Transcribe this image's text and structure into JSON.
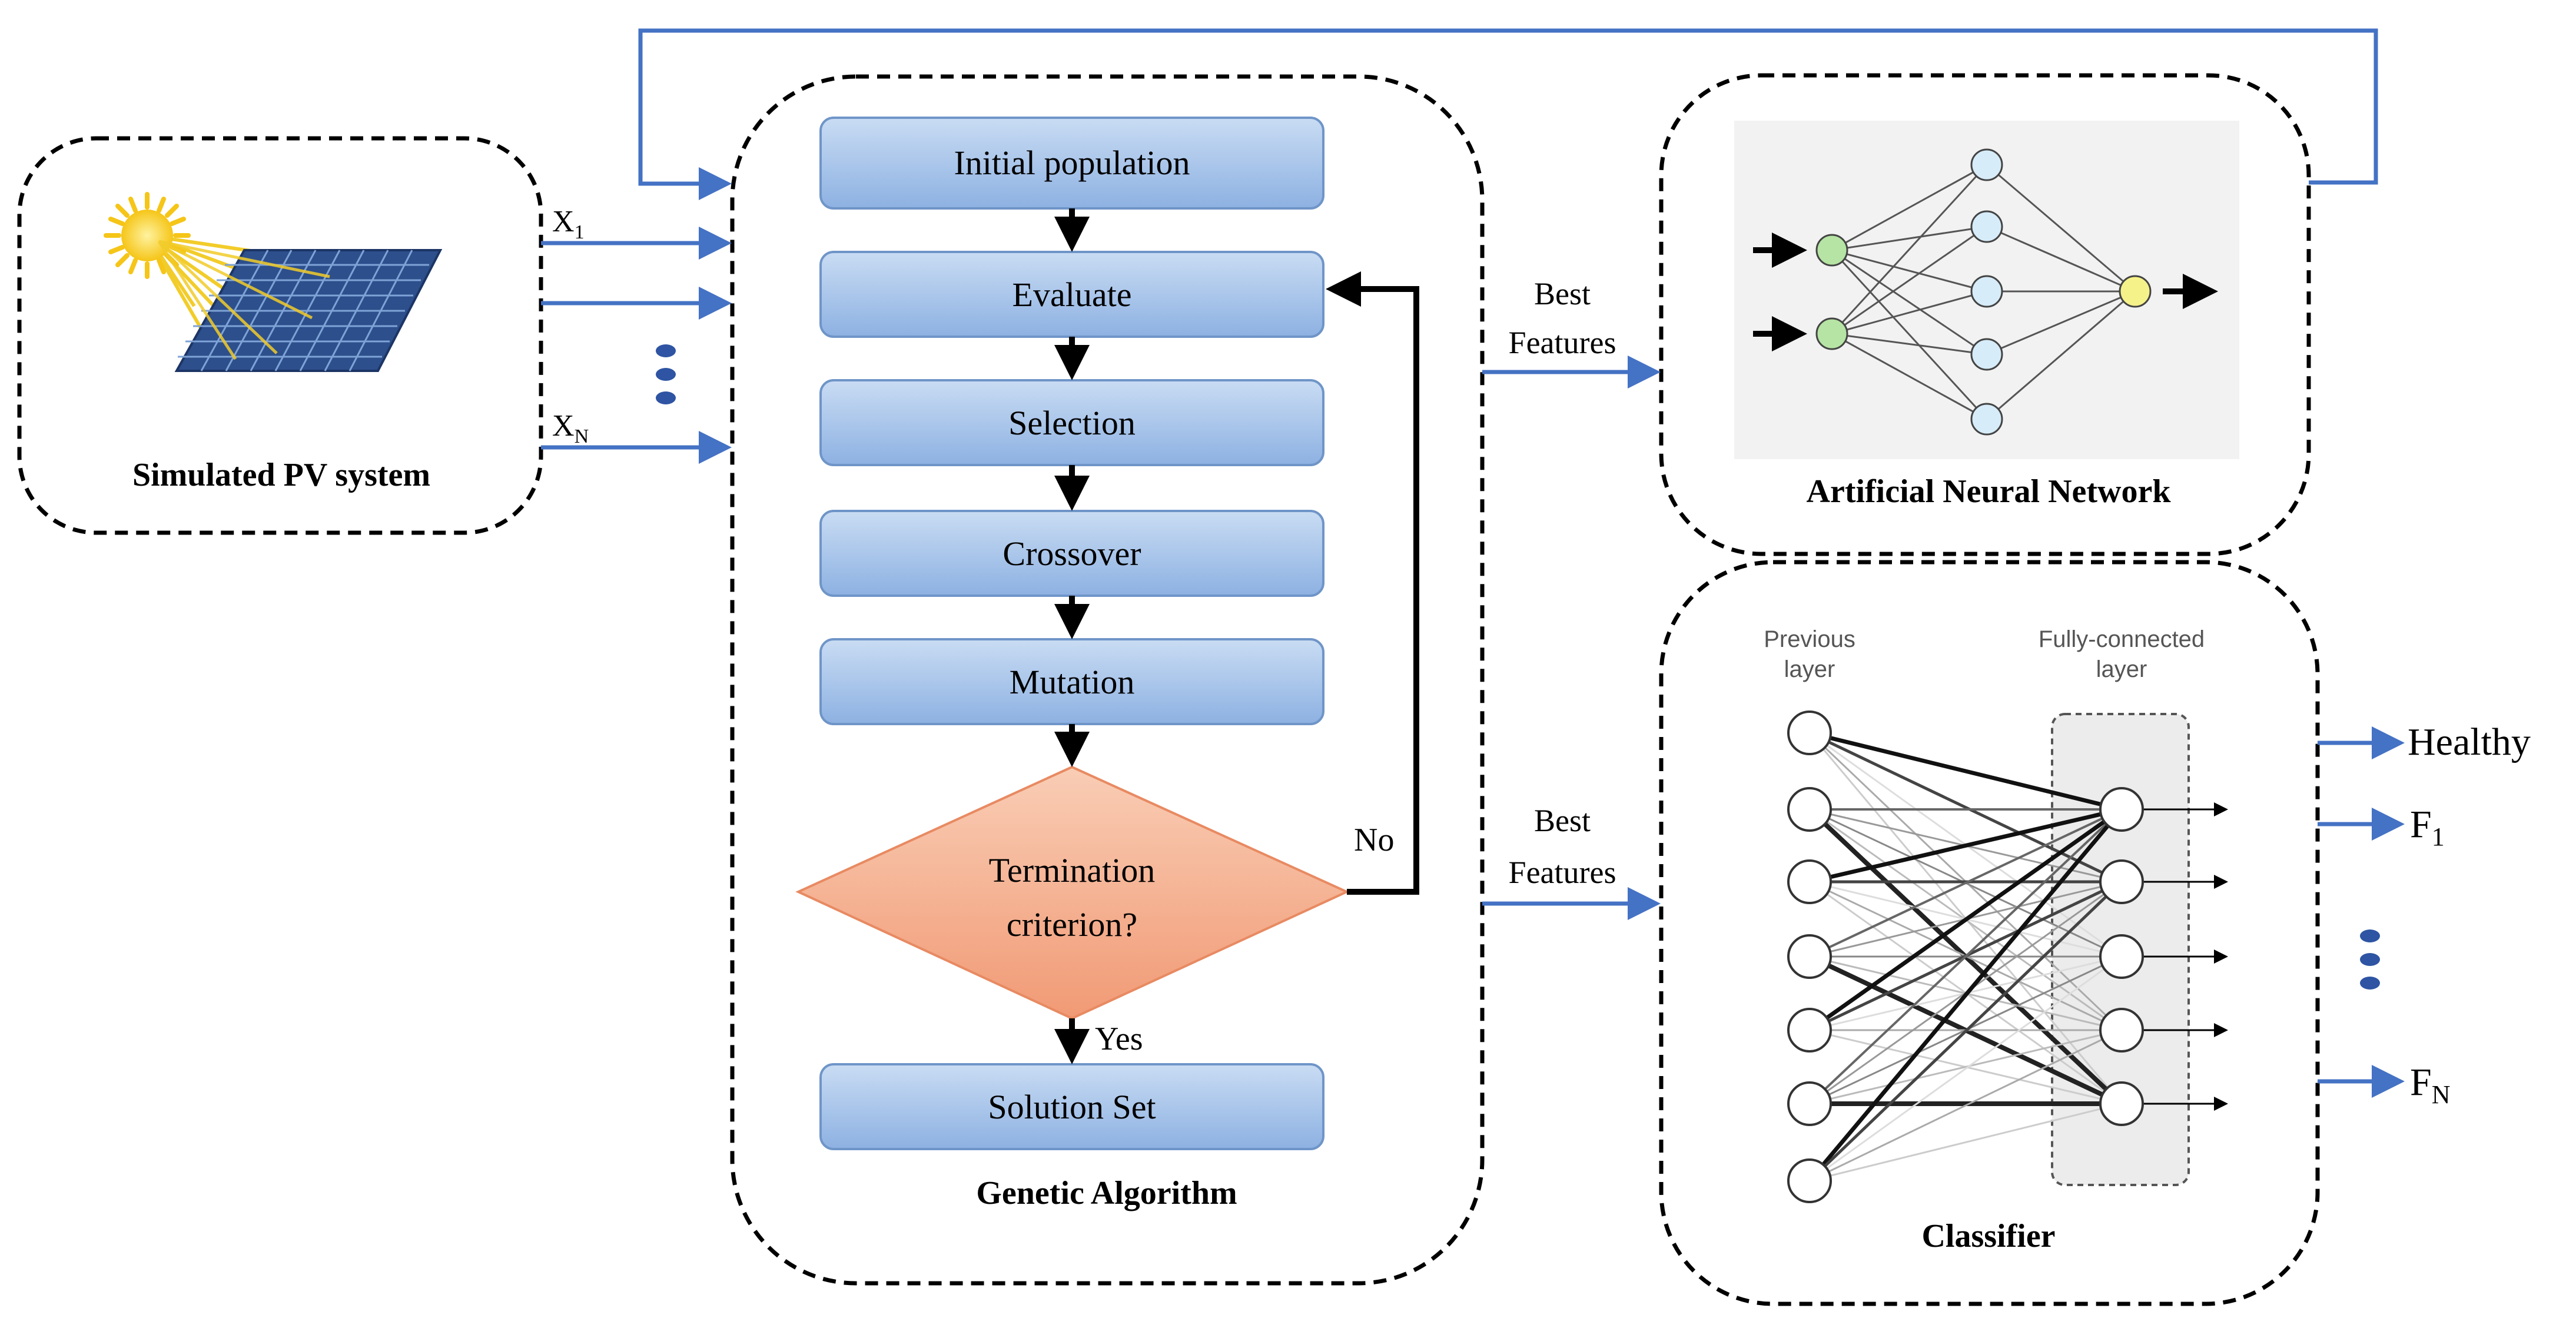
{
  "pv_system": {
    "title": "Simulated PV system",
    "input_first": "X",
    "input_first_sub": "1",
    "input_last": "X",
    "input_last_sub": "N"
  },
  "genetic_algorithm": {
    "title": "Genetic Algorithm",
    "steps": {
      "initial": "Initial population",
      "evaluate": "Evaluate",
      "selection": "Selection",
      "crossover": "Crossover",
      "mutation": "Mutation",
      "termination_line1": "Termination",
      "termination_line2": "criterion?",
      "solution": "Solution Set"
    },
    "no_label": "No",
    "yes_label": "Yes"
  },
  "ann": {
    "title": "Artificial Neural Network",
    "best_line1": "Best",
    "best_line2": "Features"
  },
  "classifier": {
    "title": "Classifier",
    "previous_line1": "Previous",
    "previous_line2": "layer",
    "fc_line1": "Fully-connected",
    "fc_line2": "layer",
    "best_line1": "Best",
    "best_line2": "Features"
  },
  "outputs": {
    "healthy": "Healthy",
    "f_first": "F",
    "f_first_sub": "1",
    "f_last": "F",
    "f_last_sub": "N"
  },
  "colors": {
    "box_fill_top": "#c6daf2",
    "box_fill_bottom": "#8fb3e3",
    "box_stroke": "#6f95c8",
    "arrow_blue": "#4472c4",
    "diamond_top": "#f8c9b0",
    "diamond_bottom": "#f29c78",
    "node_blue": "#d7ecf9",
    "node_green": "#b6e4a4",
    "node_yellow": "#f6f28a",
    "sun": "#f5c518",
    "panel": "#2d4f8c"
  }
}
